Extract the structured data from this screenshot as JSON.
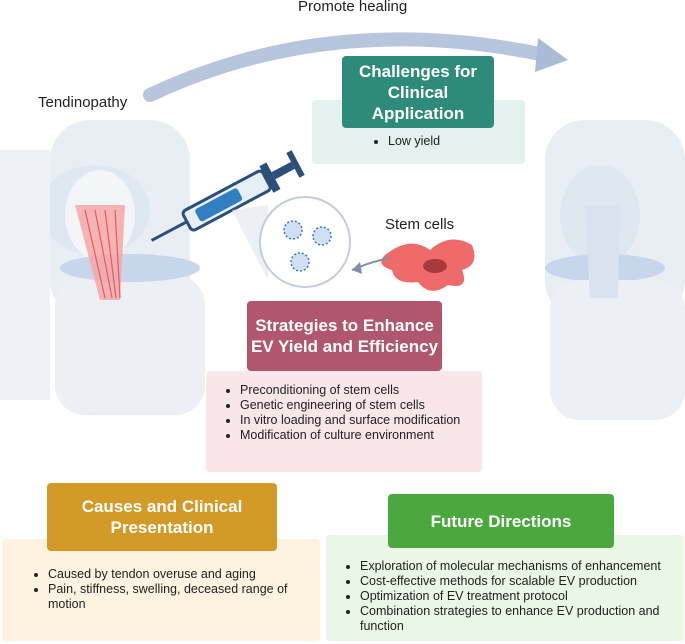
{
  "header": {
    "arrow_label": "Promote healing"
  },
  "labels": {
    "tendinopathy": "Tendinopathy",
    "stem_cells": "Stem cells"
  },
  "challenges": {
    "title": "Challenges for Clinical Application",
    "items": [
      "Low yield"
    ],
    "color": "#2e8b7a"
  },
  "strategies": {
    "title": "Strategies to Enhance EV Yield and Efficiency",
    "items": [
      "Preconditioning of stem cells",
      "Genetic engineering of stem cells",
      "In vitro loading and surface modification",
      "Modification of culture environment"
    ],
    "color": "#b0566e"
  },
  "causes": {
    "title": "Causes and Clinical Presentation",
    "items": [
      "Caused by tendon overuse and aging",
      "Pain, stiffness, swelling, deceased range of motion"
    ],
    "color": "#d49a28"
  },
  "future": {
    "title": "Future Directions",
    "items": [
      "Exploration of molecular mechanisms of enhancement",
      "Cost-effective methods for scalable EV production",
      "Optimization of EV treatment protocol",
      "Combination strategies to enhance EV production and function"
    ],
    "color": "#4aa83f"
  },
  "icons": [
    "knee-joint-icon",
    "syringe-icon",
    "vesicle-icon",
    "stem-cell-icon"
  ]
}
